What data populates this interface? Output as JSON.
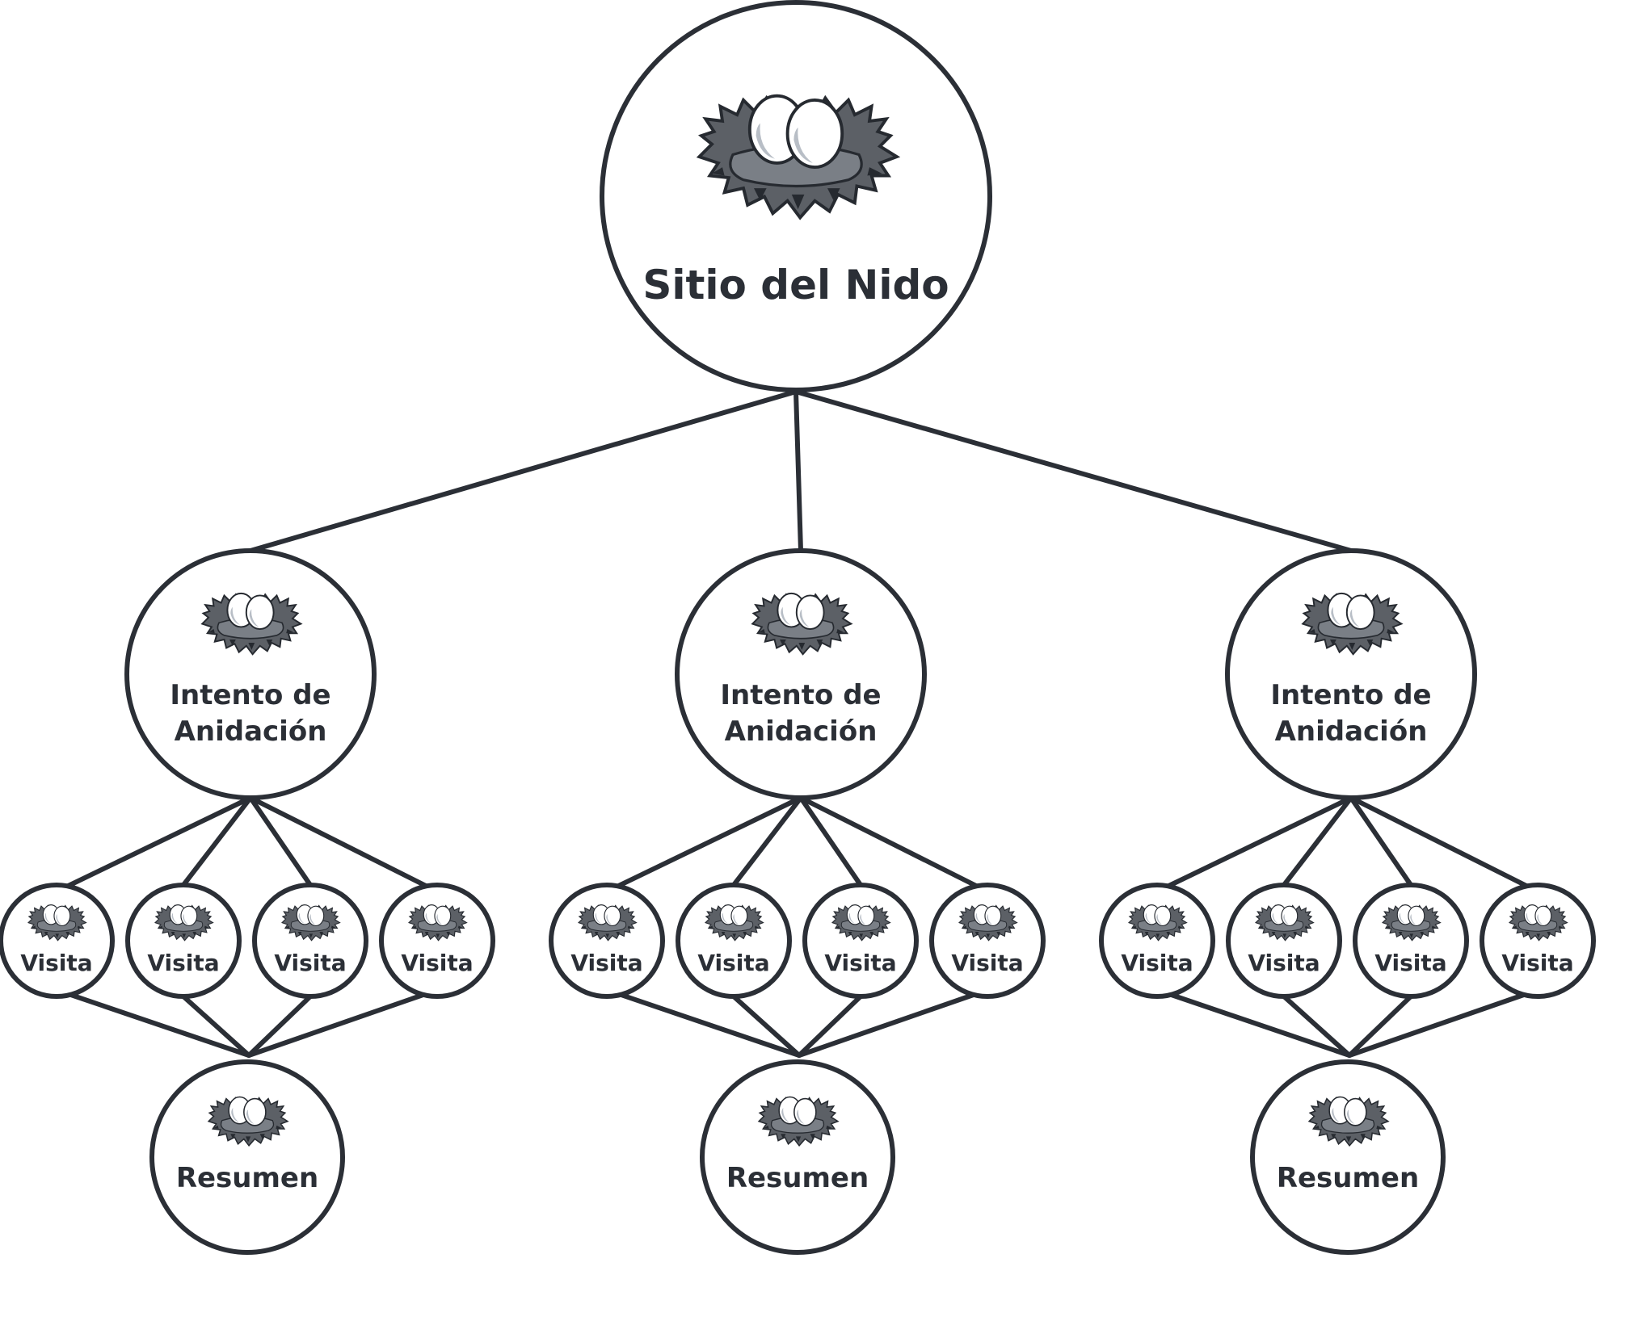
{
  "diagram": {
    "root": {
      "label": "Sitio del Nido",
      "icon": "nest-icon",
      "children": [
        {
          "label_lines": [
            "Intento de",
            "Anidación"
          ],
          "icon": "nest-icon",
          "visits": [
            "Visita",
            "Visita",
            "Visita",
            "Visita"
          ],
          "summary": "Resumen"
        },
        {
          "label_lines": [
            "Intento de",
            "Anidación"
          ],
          "icon": "nest-icon",
          "visits": [
            "Visita",
            "Visita",
            "Visita",
            "Visita"
          ],
          "summary": "Resumen"
        },
        {
          "label_lines": [
            "Intento de",
            "Anidación"
          ],
          "icon": "nest-icon",
          "visits": [
            "Visita",
            "Visita",
            "Visita",
            "Visita"
          ],
          "summary": "Resumen"
        }
      ]
    },
    "colors": {
      "stroke": "#2b2f36",
      "nest": "#5c6066",
      "background": "#ffffff"
    }
  }
}
